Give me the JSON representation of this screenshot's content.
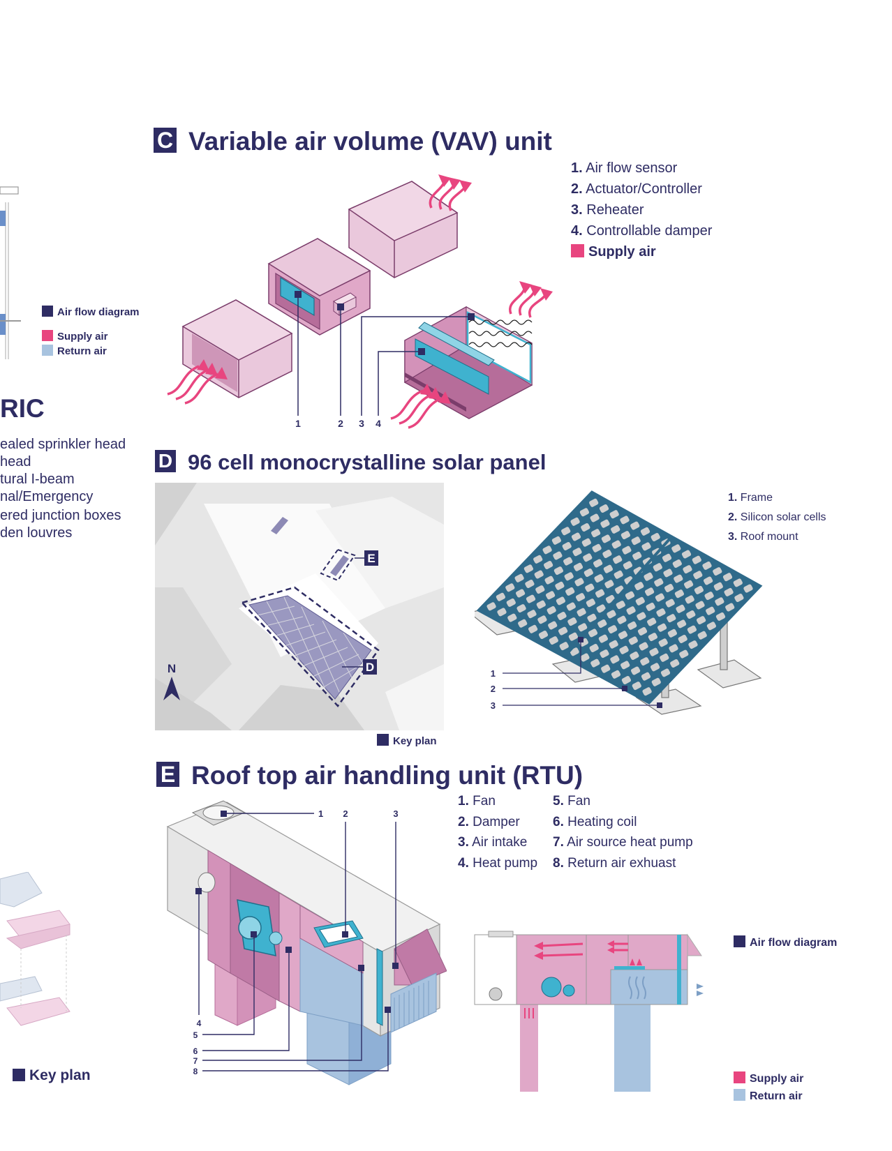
{
  "colors": {
    "navy": "#2e2c63",
    "supply_air": "#e8457f",
    "return_air": "#a8c3df",
    "duct_pink": "#eac8dc",
    "coil_blue": "#3fb2cf",
    "panel_frame": "#2f6a8a",
    "cell_gray": "#cfcfcf"
  },
  "left_partial": {
    "air_flow_diagram": "Air flow diagram",
    "supply_air": "Supply air",
    "return_air": "Return air",
    "heading_fragment": "RIC",
    "list": [
      "ealed sprinkler head",
      "head",
      "tural I-beam",
      "nal/Emergency",
      "ered junction boxes",
      "den louvres"
    ],
    "key_plan": "Key plan"
  },
  "section_c": {
    "letter": "C",
    "title": "Variable air volume (VAV) unit",
    "legend": [
      {
        "num": "1.",
        "label": "Air flow sensor"
      },
      {
        "num": "2.",
        "label": "Actuator/Controller"
      },
      {
        "num": "3.",
        "label": "Reheater"
      },
      {
        "num": "4.",
        "label": "Controllable damper"
      }
    ],
    "supply_air": "Supply air",
    "callouts": [
      "1",
      "2",
      "3",
      "4"
    ]
  },
  "section_d": {
    "letter": "D",
    "title": "96 cell monocrystalline solar panel",
    "legend": [
      {
        "num": "1.",
        "label": "Frame"
      },
      {
        "num": "2.",
        "label": "Silicon solar cells"
      },
      {
        "num": "3.",
        "label": "Roof mount"
      }
    ],
    "callouts": [
      "1",
      "2",
      "3"
    ],
    "map_marker_e": "E",
    "map_marker_d": "D",
    "north": "N",
    "key_plan": "Key plan"
  },
  "section_e": {
    "letter": "E",
    "title": "Roof top air handling unit (RTU)",
    "legend_col1": [
      {
        "num": "1.",
        "label": "Fan"
      },
      {
        "num": "2.",
        "label": "Damper"
      },
      {
        "num": "3.",
        "label": "Air intake"
      },
      {
        "num": "4.",
        "label": "Heat pump"
      }
    ],
    "legend_col2": [
      {
        "num": "5.",
        "label": "Fan"
      },
      {
        "num": "6.",
        "label": "Heating coil"
      },
      {
        "num": "7.",
        "label": "Air source heat pump"
      },
      {
        "num": "8.",
        "label": "Return air exhuast"
      }
    ],
    "callouts_top": [
      "1",
      "2",
      "3"
    ],
    "callouts_left": [
      "4",
      "5",
      "6",
      "7",
      "8"
    ],
    "air_flow_diagram": "Air flow diagram",
    "supply_air": "Supply air",
    "return_air": "Return air"
  }
}
